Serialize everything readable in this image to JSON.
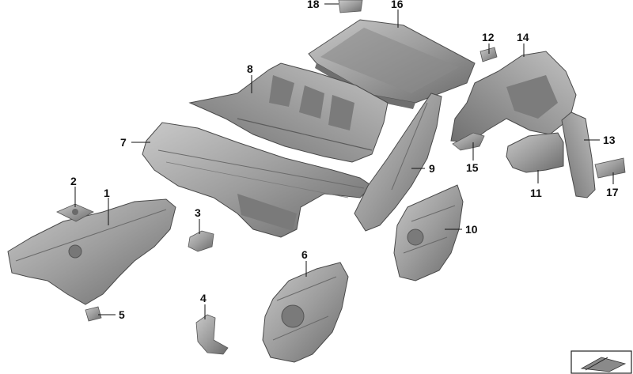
{
  "colors": {
    "part_fill": "#9a9a9a",
    "part_dark": "#6e6e6e",
    "part_light": "#c4c4c4",
    "leader": "#111111",
    "label": "#111111"
  },
  "callouts": {
    "c1": "1",
    "c2": "2",
    "c3": "3",
    "c4": "4",
    "c5": "5",
    "c6": "6",
    "c7": "7",
    "c8": "8",
    "c9": "9",
    "c10": "10",
    "c11": "11",
    "c12": "12",
    "c13": "13",
    "c14": "14",
    "c15": "15",
    "c16": "16",
    "c17": "17",
    "c18": "18"
  },
  "icons": {
    "corner_symbol": "parts-reference-icon"
  }
}
